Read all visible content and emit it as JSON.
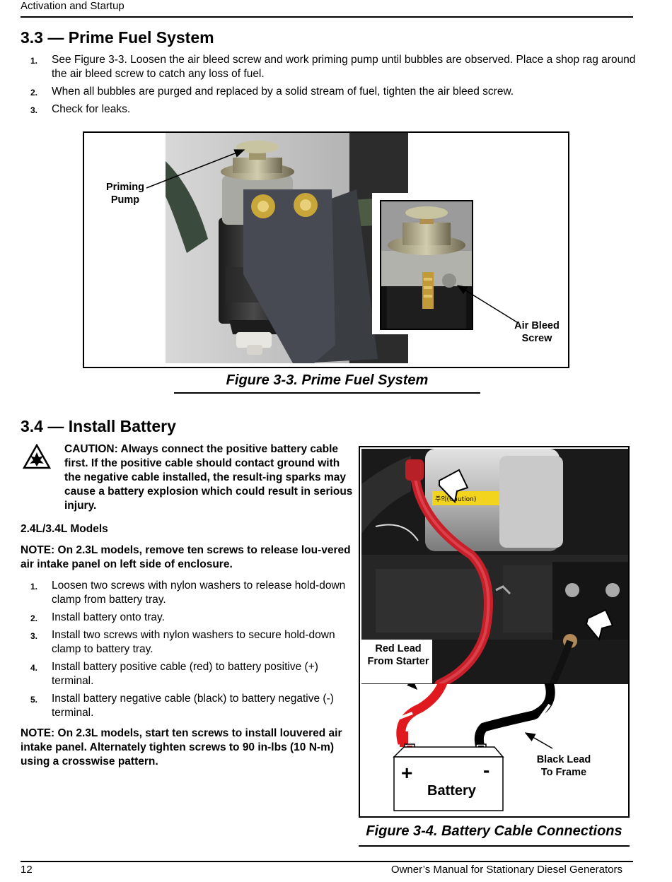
{
  "header": {
    "section_title": "Activation and Startup"
  },
  "prime": {
    "heading": "3.3 — Prime Fuel System",
    "steps": [
      {
        "num": "1.",
        "text": "See Figure 3-3. Loosen the air bleed screw and work priming pump until bubbles are observed. Place a shop rag around the air bleed screw to catch any loss of fuel."
      },
      {
        "num": "2.",
        "text": "When all bubbles are purged and replaced by a solid stream of fuel, tighten the air bleed screw."
      },
      {
        "num": "3.",
        "text": "Check for leaks."
      }
    ],
    "figure": {
      "caption": "Figure 3-3. Prime Fuel System",
      "callout_pump_1": "Priming",
      "callout_pump_2": "Pump",
      "callout_bleed_1": "Air Bleed",
      "callout_bleed_2": "Screw"
    }
  },
  "battery": {
    "heading": "3.4 — Install Battery",
    "caution": "CAUTION: Always connect the positive battery cable first. If the positive cable should contact ground with the negative cable installed, the result-ing sparks may cause a battery explosion which could result in serious injury.",
    "models_heading": "2.4L/3.4L Models",
    "note1": "NOTE: On 2.3L models, remove ten screws to release lou-vered air intake panel on left side of enclosure.",
    "steps": [
      {
        "num": "1.",
        "text": "Loosen two screws with nylon washers to release hold-down clamp from battery tray."
      },
      {
        "num": "2.",
        "text": "Install battery onto tray."
      },
      {
        "num": "3.",
        "text": "Install two screws with nylon washers to secure hold-down clamp to battery tray."
      },
      {
        "num": "4.",
        "text": "Install battery positive cable (red) to battery positive (+) terminal."
      },
      {
        "num": "5.",
        "text": "Install battery negative cable (black) to battery negative (-) terminal."
      }
    ],
    "note2": "NOTE: On 2.3L models, start ten screws to install louvered air intake panel. Alternately tighten screws to 90 in-lbs (10 N-m) using a crosswise pattern.",
    "figure": {
      "caption": "Figure 3-4. Battery Cable Connections",
      "red_lead_1": "Red Lead",
      "red_lead_2": "From Starter",
      "black_lead_1": "Black Lead",
      "black_lead_2": "To Frame",
      "plus": "+",
      "minus": "-",
      "battery_label": "Battery",
      "caution_sticker": "주의(Caution)"
    }
  },
  "footer": {
    "page_number": "12",
    "manual_title": "Owner’s Manual for Stationary Diesel Generators"
  }
}
